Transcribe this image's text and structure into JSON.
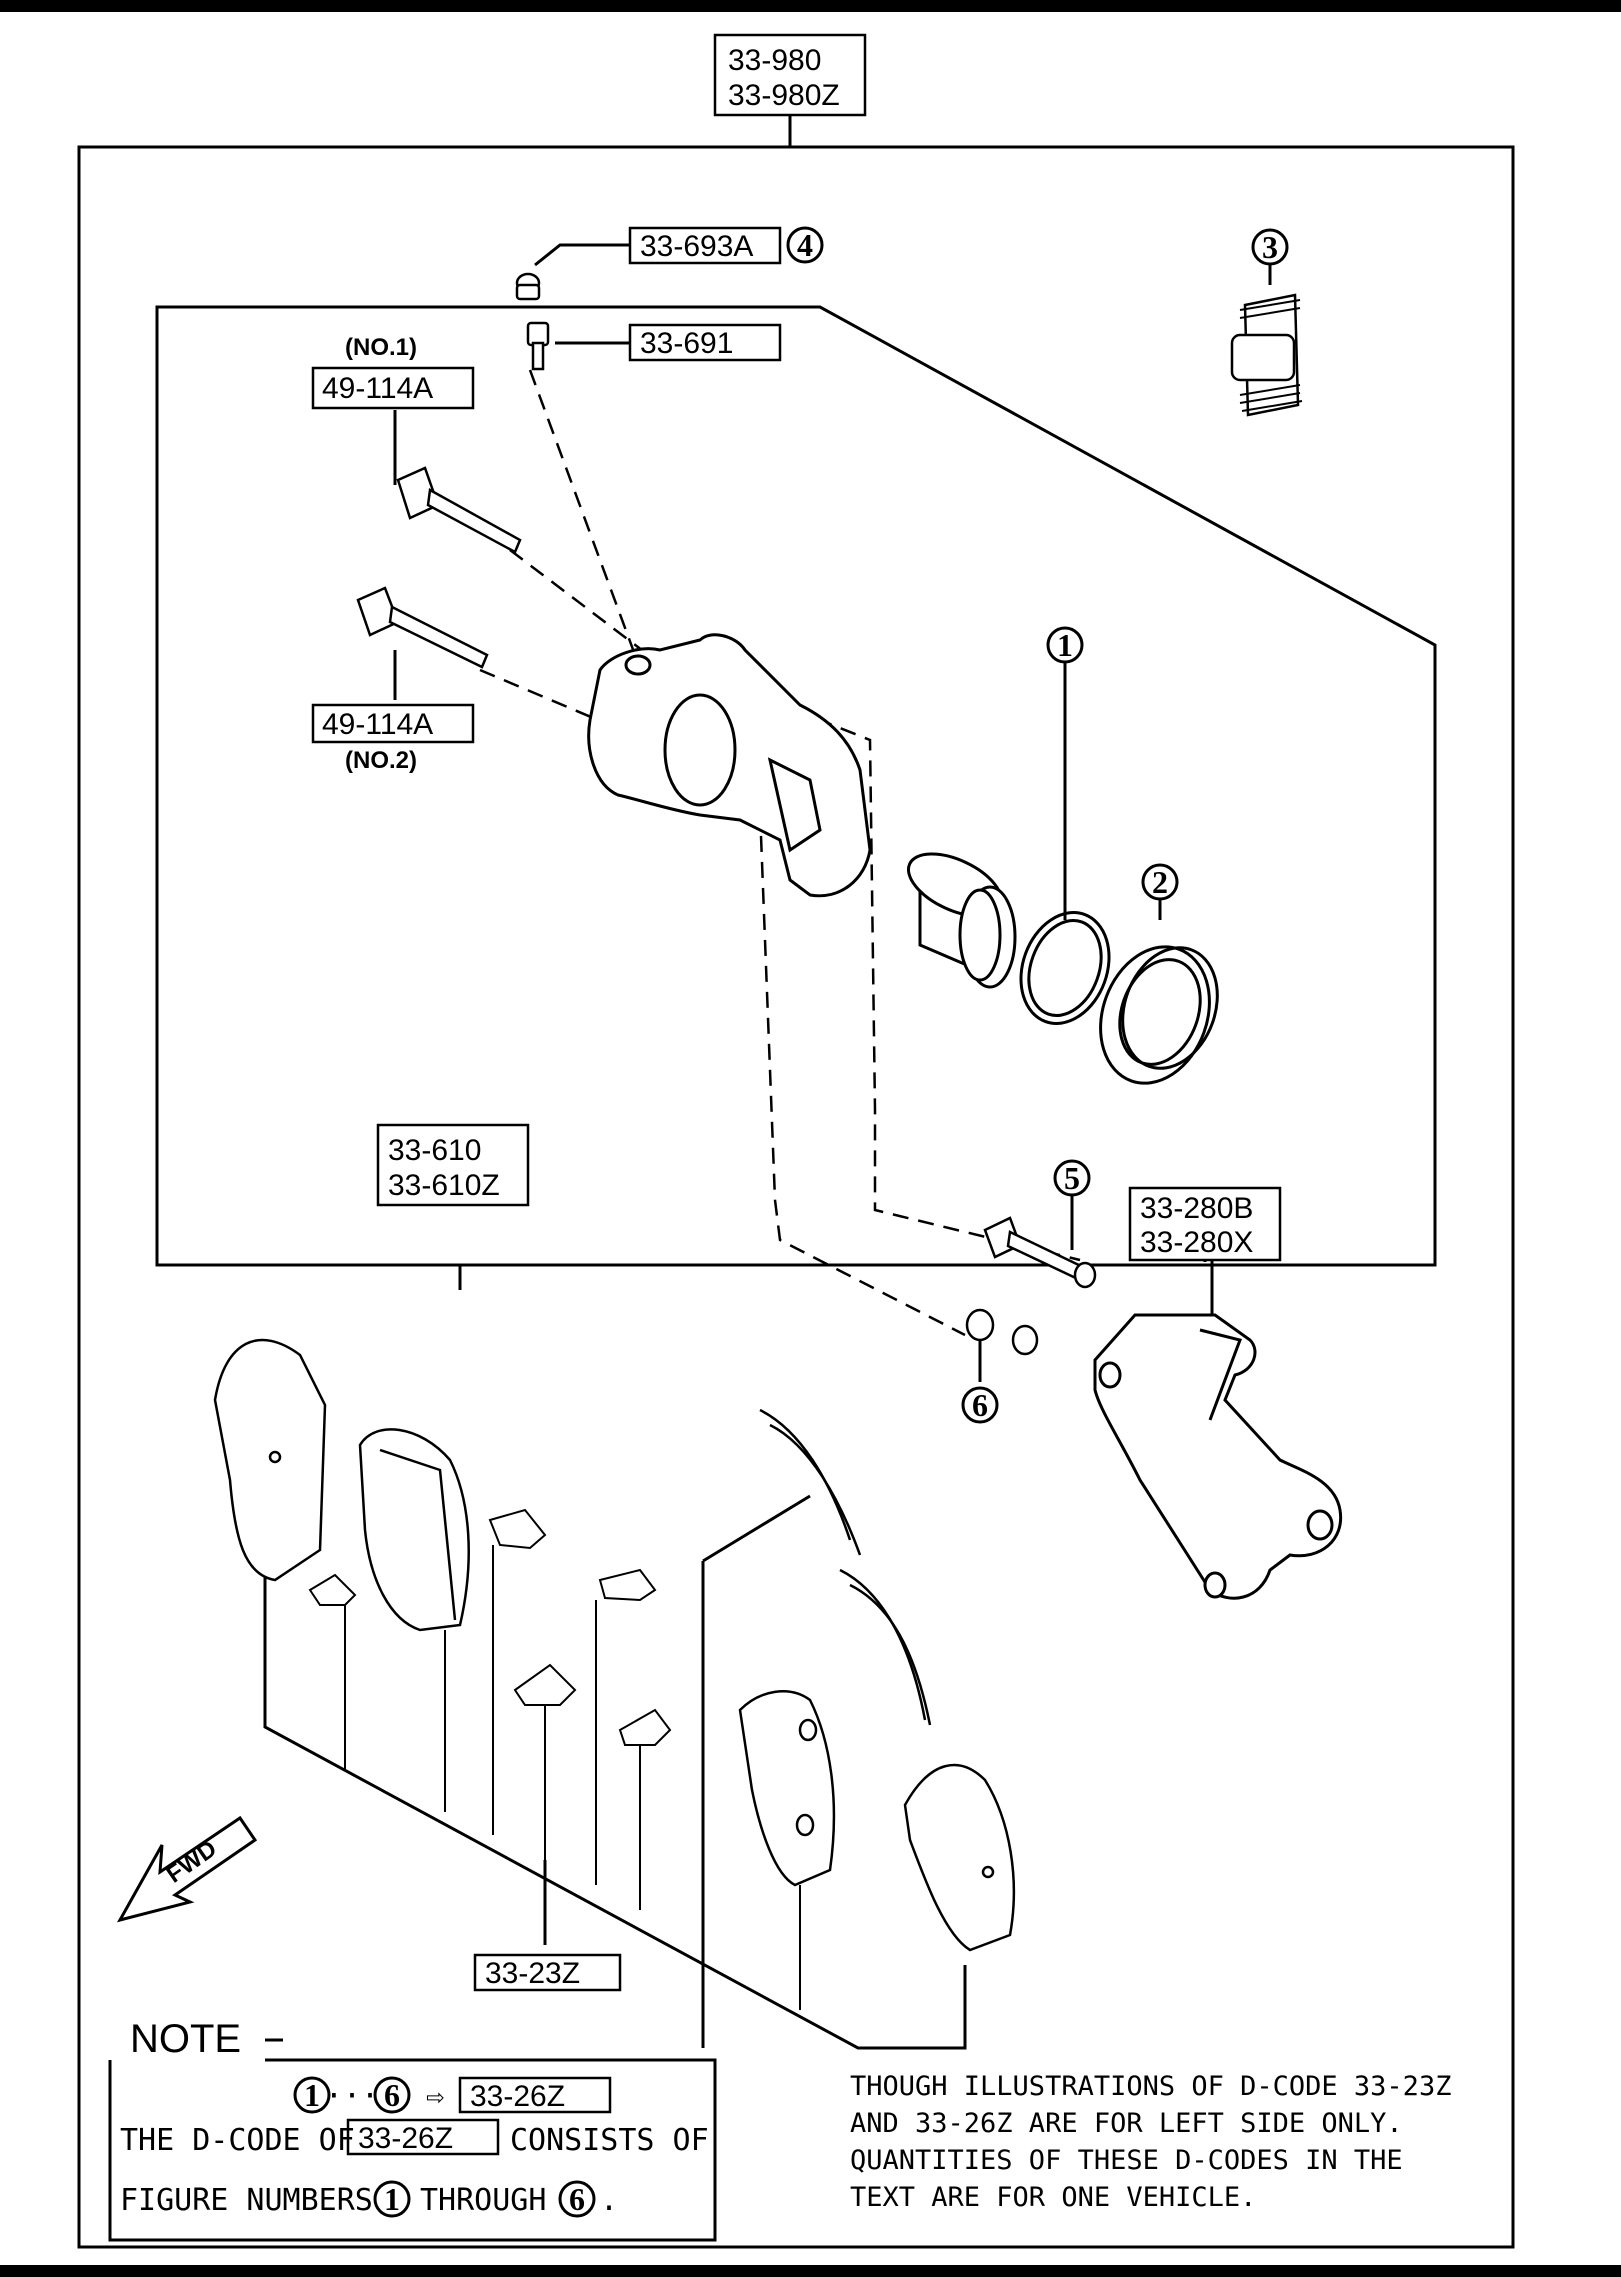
{
  "codes": {
    "kit_top_1": "33-980",
    "kit_top_2": "33-980Z",
    "seal_cap": "33-693A",
    "bleeder": "33-691",
    "guide_pin_no1_tag": "(NO.1)",
    "guide_pin_no1": "49-114A",
    "guide_pin_no2": "49-114A",
    "guide_pin_no2_tag": "(NO.2)",
    "caliper_1": "33-610",
    "caliper_2": "33-610Z",
    "bracket_1": "33-280B",
    "bracket_2": "33-280X",
    "pads": "33-23Z"
  },
  "callouts": {
    "c1": "1",
    "c2": "2",
    "c3": "3",
    "c4": "4",
    "c5": "5",
    "c6": "6"
  },
  "fwd": "FWD",
  "note": {
    "heading": "NOTE",
    "range_from": "1",
    "range_dots": "···",
    "range_to": "6",
    "arrow": "⇨",
    "range_code": "33-26Z",
    "line1_pre": "THE D-CODE OF",
    "line1_code": "33-26Z",
    "line1_post": "CONSISTS OF",
    "line2_pre": "FIGURE NUMBERS",
    "line2_c1": "1",
    "line2_mid": "THROUGH",
    "line2_c6": "6",
    "line2_end": "."
  },
  "caption": {
    "line1": "THOUGH ILLUSTRATIONS OF D-CODE 33-23Z",
    "line2": "AND 33-26Z ARE FOR LEFT SIDE ONLY.",
    "line3": "QUANTITIES OF THESE D-CODES IN THE",
    "line4": "TEXT ARE FOR ONE VEHICLE."
  }
}
